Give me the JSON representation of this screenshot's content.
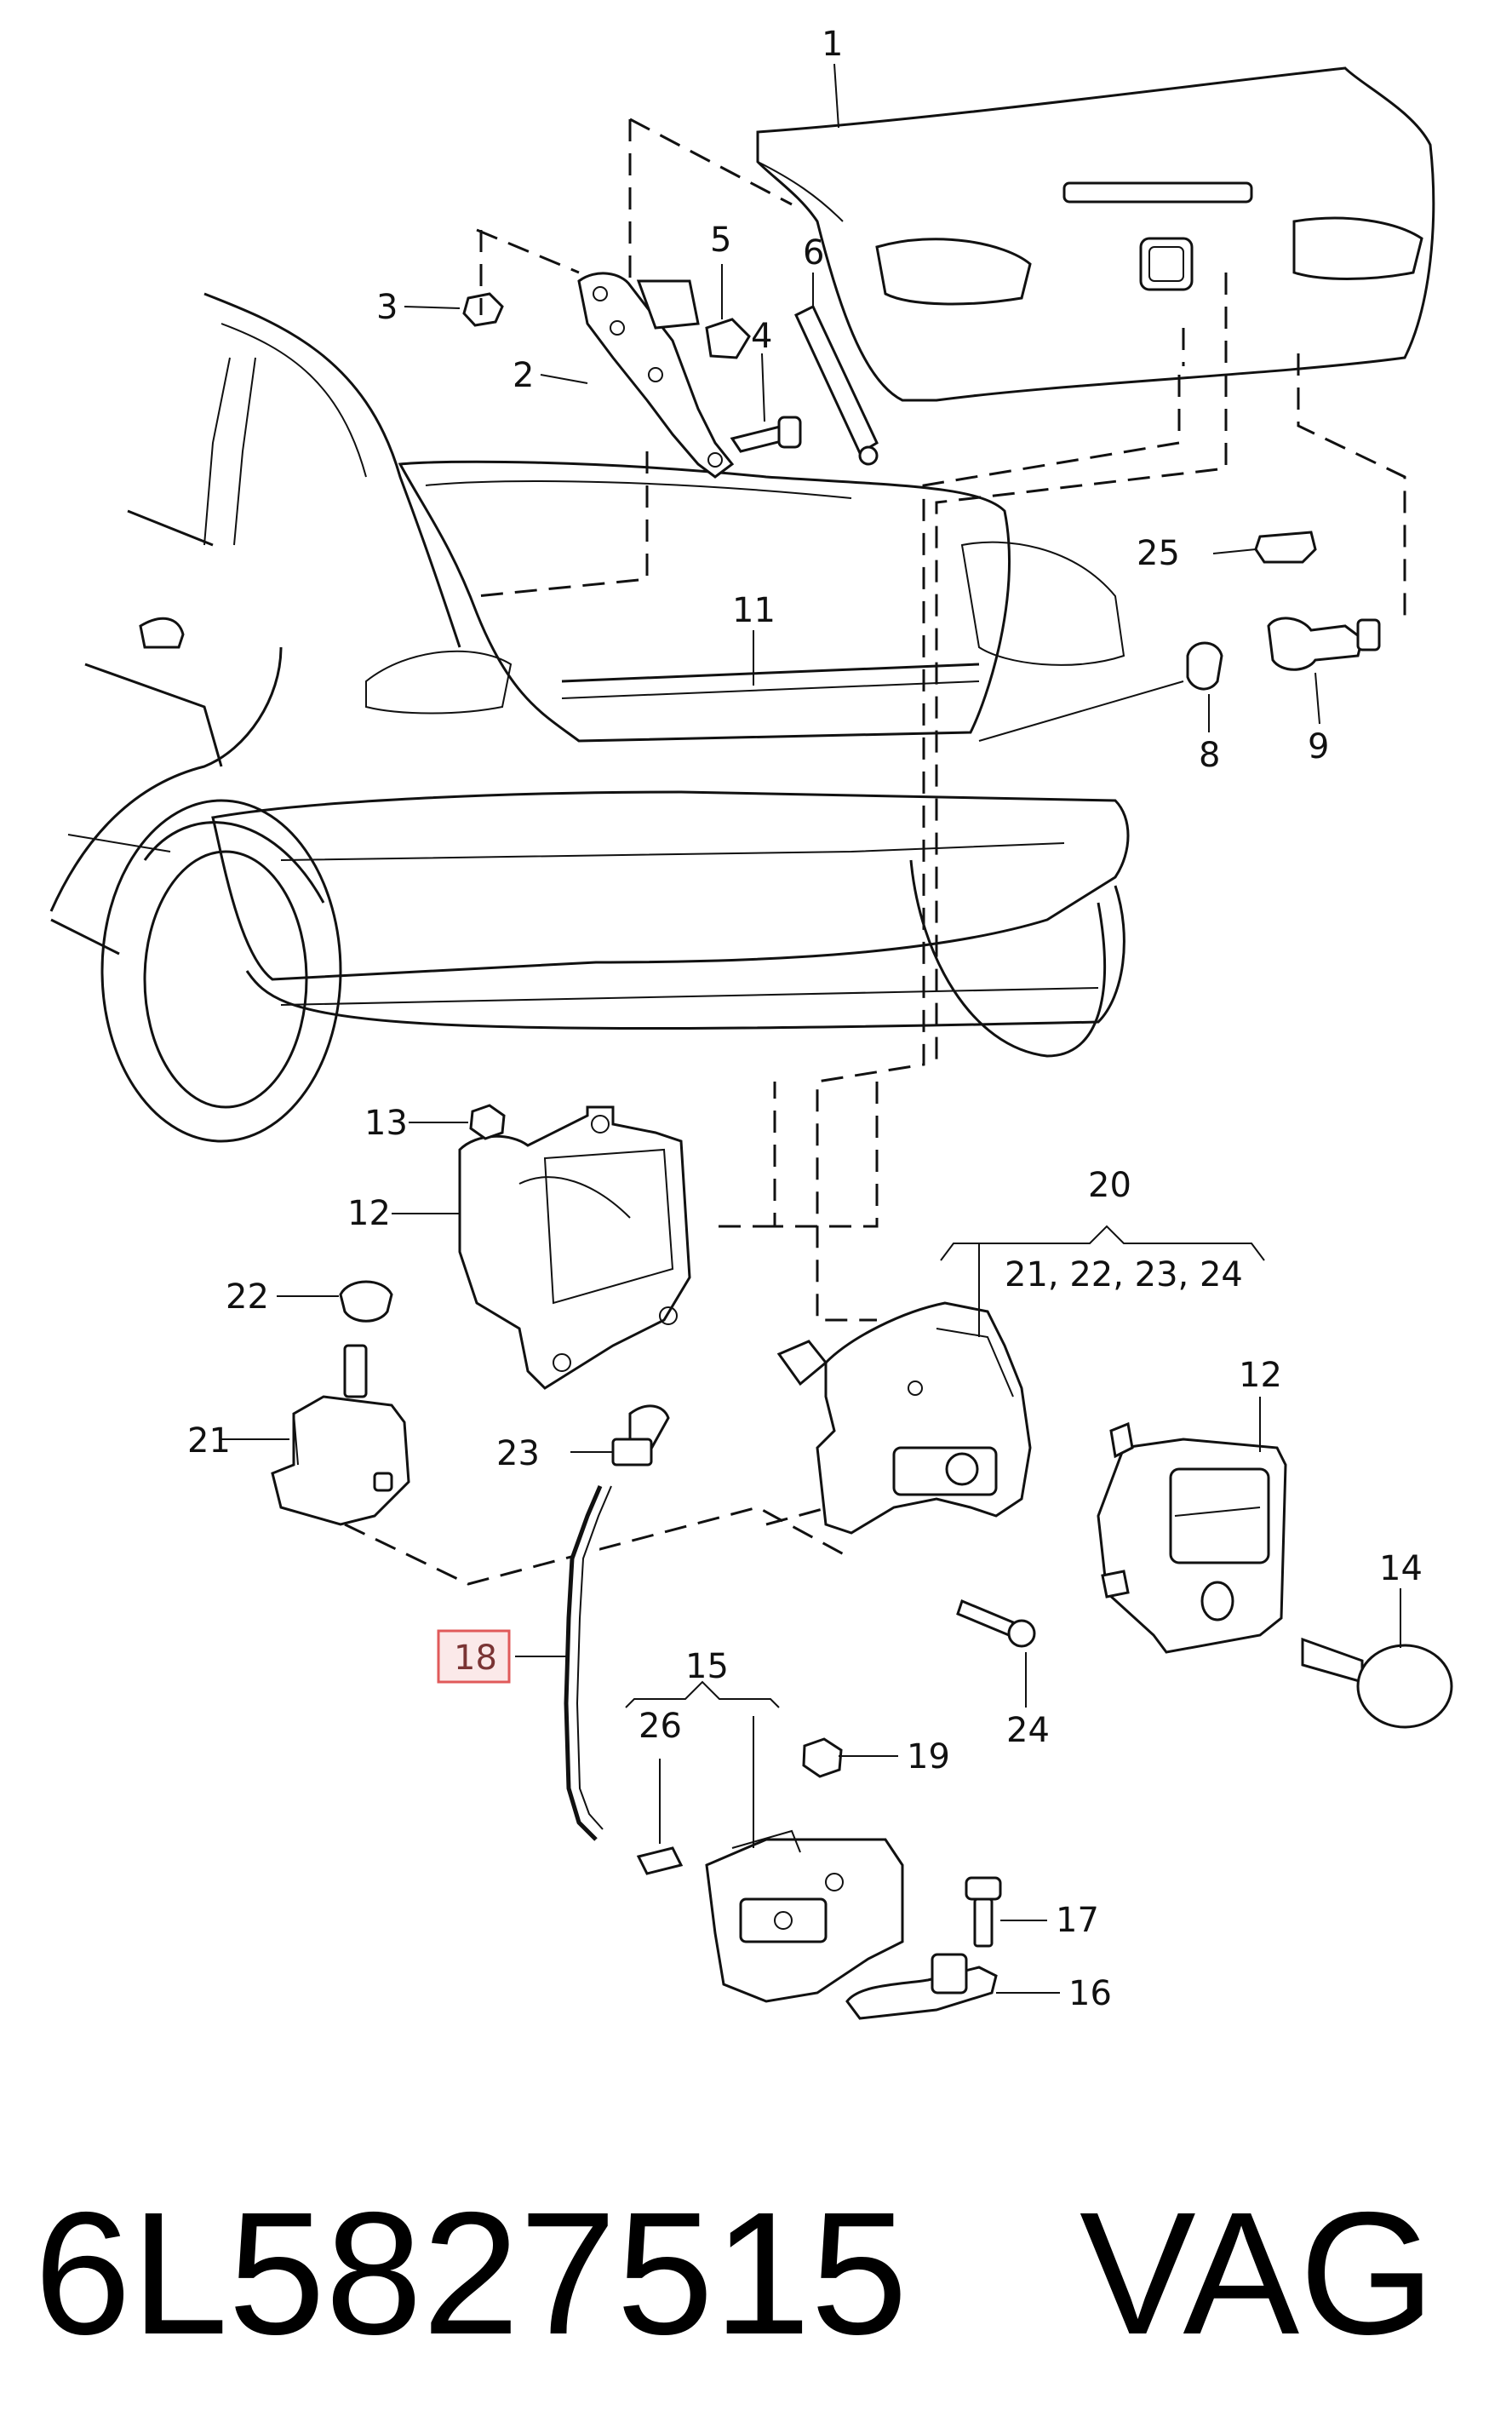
{
  "diagram": {
    "part_number": "6L5827515",
    "brand": "VAG",
    "highlighted_callout": "18",
    "highlight_color": "#e05a5a",
    "highlight_fill": "#fbe9e9",
    "callouts": {
      "c1": "1",
      "c2": "2",
      "c3": "3",
      "c4": "4",
      "c5": "5",
      "c6": "6",
      "c8": "8",
      "c9": "9",
      "c11": "11",
      "c12a": "12",
      "c12b": "12",
      "c13": "13",
      "c14": "14",
      "c15": "15",
      "c16": "16",
      "c17": "17",
      "c18": "18",
      "c19": "19",
      "c20": "20",
      "c20sub": "21, 22, 23, 24",
      "c21": "21",
      "c22": "22",
      "c23": "23",
      "c24": "24",
      "c25": "25",
      "c26": "26"
    }
  }
}
